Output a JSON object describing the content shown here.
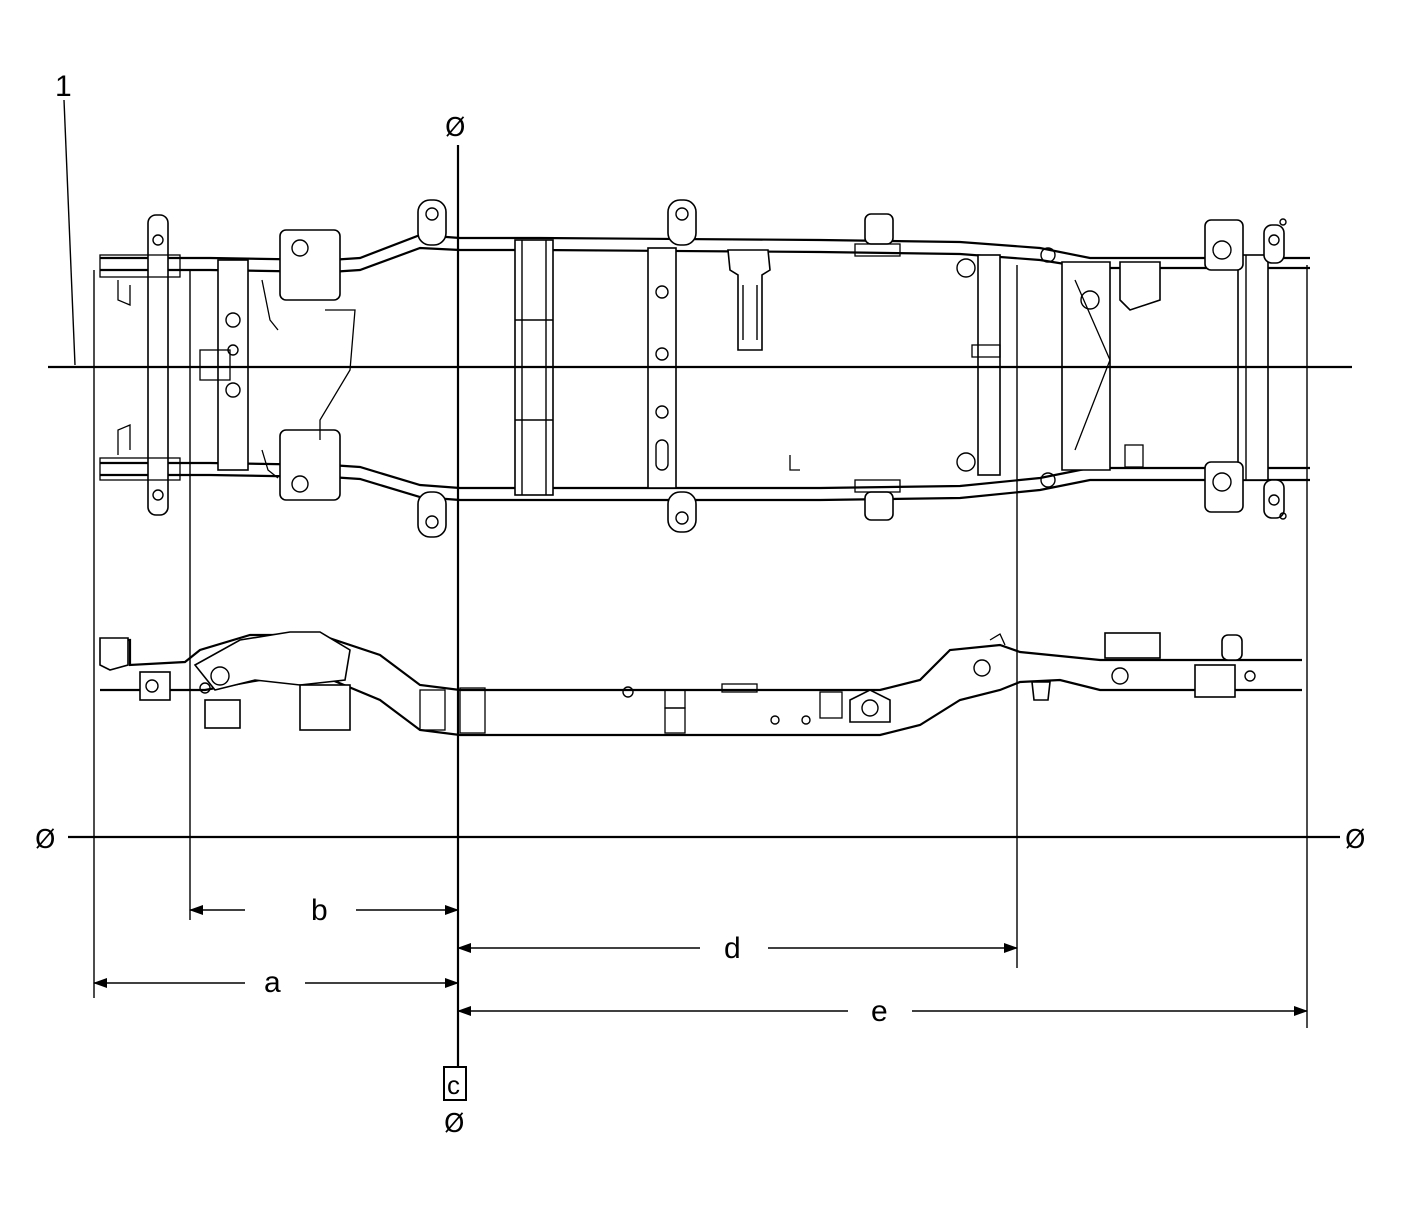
{
  "callouts": {
    "item_1": "1",
    "datum_symbol": "Ø",
    "dim_a": "a",
    "dim_b": "b",
    "dim_c": "c",
    "dim_d": "d",
    "dim_e": "e"
  }
}
